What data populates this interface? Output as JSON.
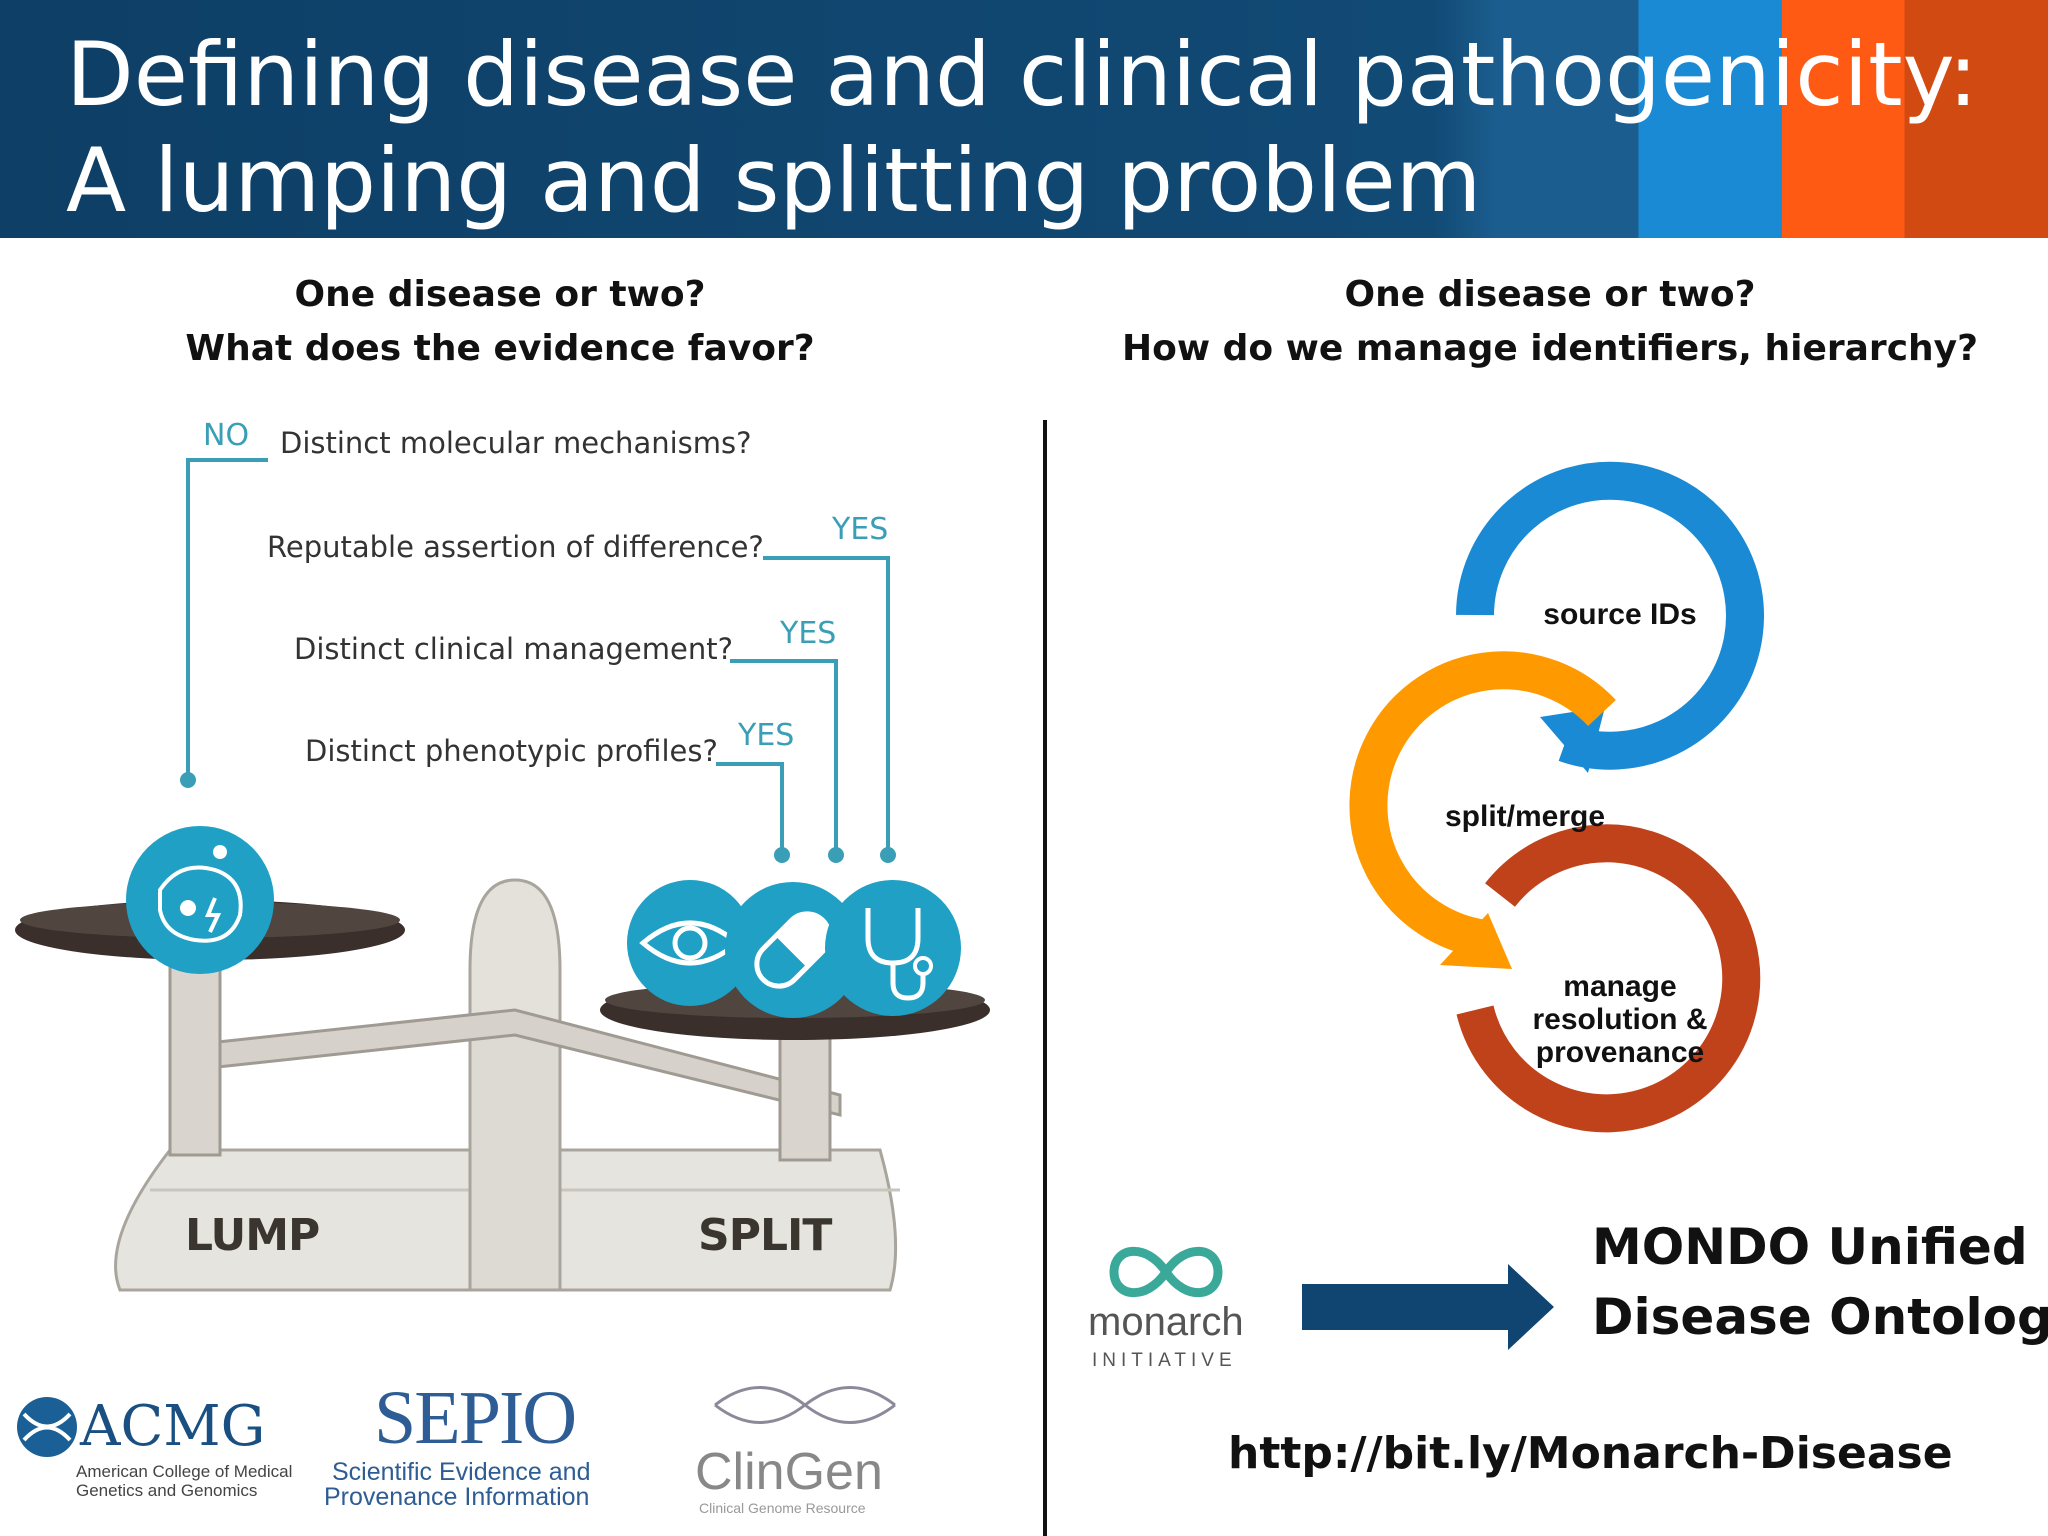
{
  "header": {
    "title_line1": "Defining disease and clinical pathogenicity:",
    "title_line2": "A lumping and splitting problem",
    "colors": {
      "navy": "#0e3f66",
      "blue": "#1a8ad4",
      "orange": "#ff5a14"
    }
  },
  "left": {
    "heading_line1": "One disease or two?",
    "heading_line2": "What does the evidence favor?",
    "questions": [
      {
        "text": "Distinct molecular mechanisms?",
        "answer": "NO"
      },
      {
        "text": "Reputable assertion of difference?",
        "answer": "YES"
      },
      {
        "text": "Distinct clinical management?",
        "answer": "YES"
      },
      {
        "text": "Distinct phenotypic profiles?",
        "answer": "YES"
      }
    ],
    "scale": {
      "left_label": "LUMP",
      "right_label": "SPLIT"
    },
    "logos": {
      "acmg_name": "ACMG",
      "acmg_sub1": "American College of Medical",
      "acmg_sub2": "Genetics and Genomics",
      "sepio_name": "SEPIO",
      "sepio_sub1": "Scientific Evidence and",
      "sepio_sub2": "Provenance Information",
      "clingen_name": "ClinGen",
      "clingen_sub": "Clinical Genome Resource"
    }
  },
  "right": {
    "heading_line1": "One disease or two?",
    "heading_line2": "How do we manage identifiers, hierarchy?",
    "cycle": {
      "step1": "source IDs",
      "step2": "split/merge",
      "step3_line1": "manage",
      "step3_line2": "resolution &",
      "step3_line3": "provenance",
      "colors": {
        "blue": "#1a8ad4",
        "orange": "#ff9900",
        "red": "#c0421a"
      }
    },
    "monarch_name": "monarch",
    "monarch_sub": "INITIATIVE",
    "mondo_line1": "MONDO Unified",
    "mondo_line2": "Disease Ontology",
    "link": "http://bit.ly/Monarch-Disease"
  }
}
